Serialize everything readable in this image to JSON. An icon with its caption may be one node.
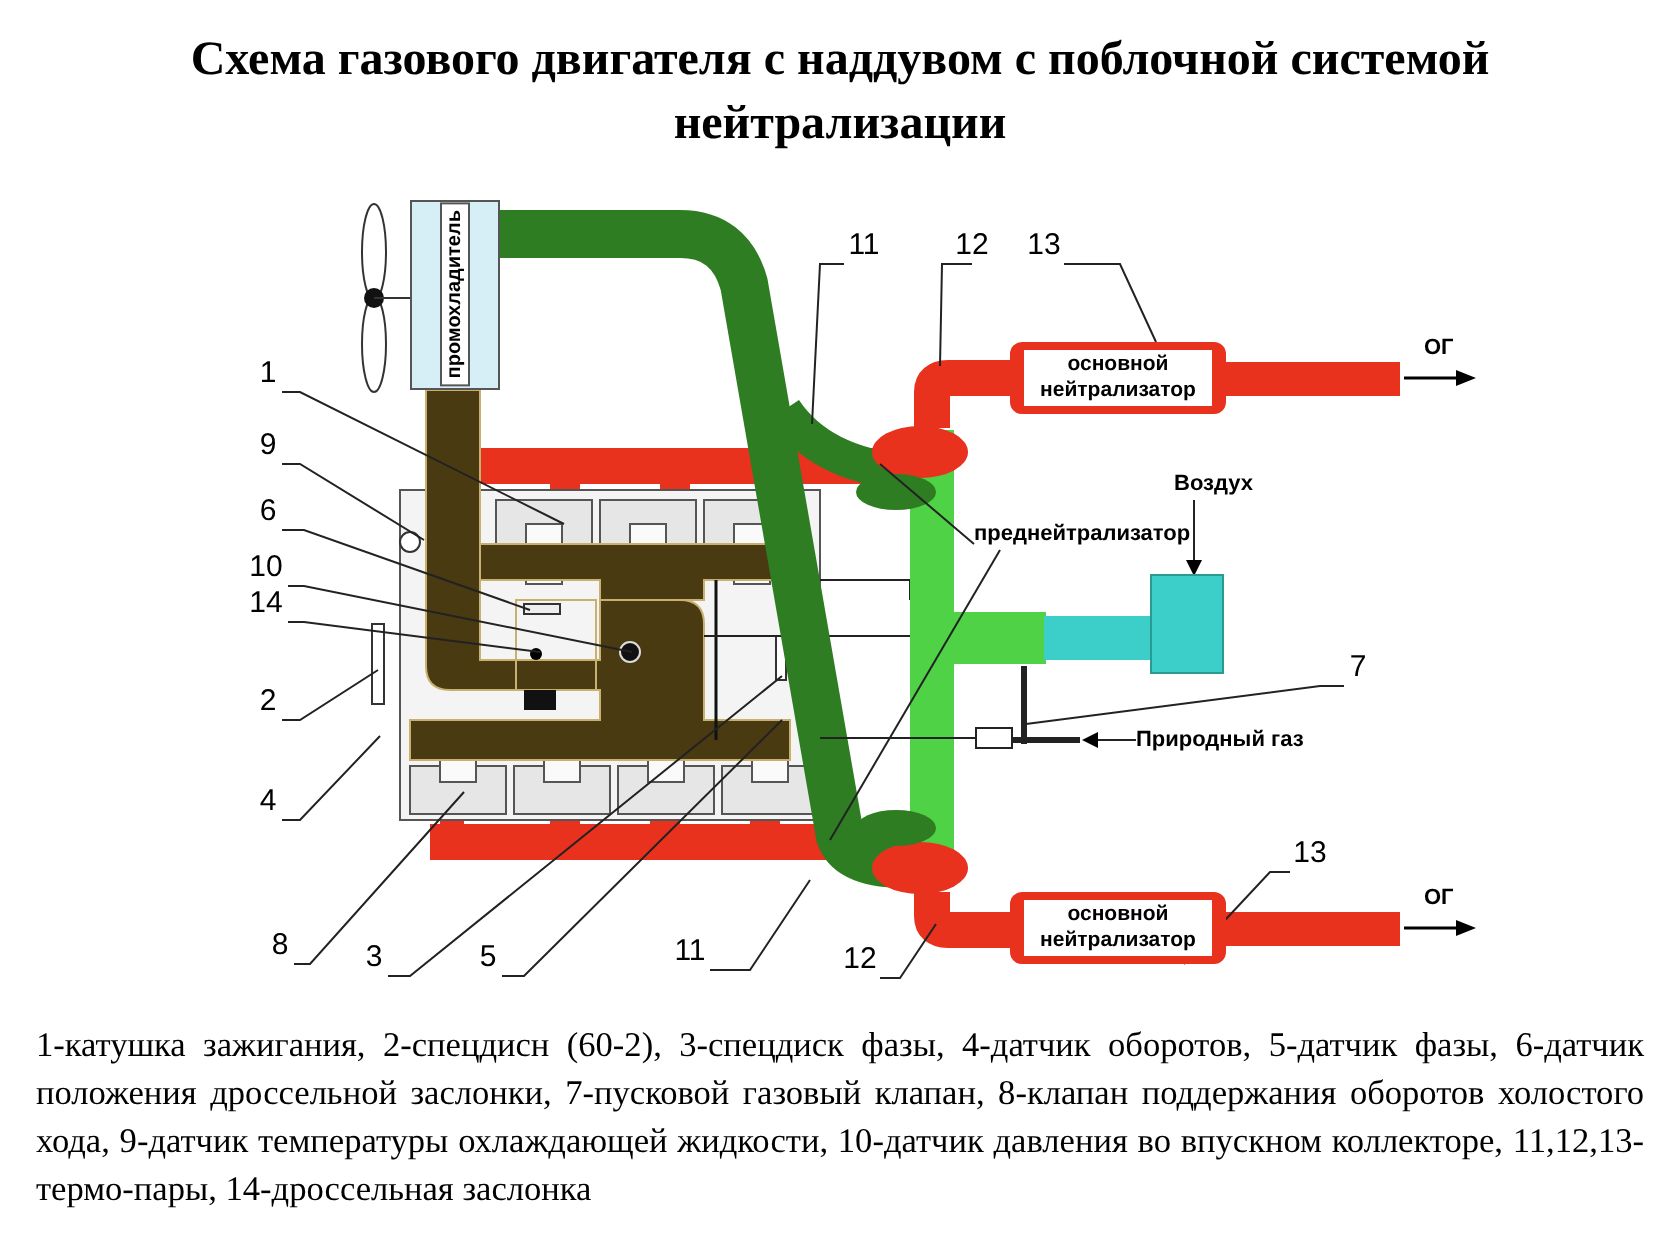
{
  "diagram": {
    "title": "Схема газового двигателя с наддувом с поблочной системой нейтрализации",
    "caption": "1-катушка зажигания, 2-спецдисн (60-2), 3-спецдиск фазы, 4-датчик оборотов, 5-датчик фазы, 6-датчик положения дроссельной заслонки, 7-пусковой газовый клапан, 8-клапан поддержания оборотов холостого хода, 9-датчик температуры охлаждающей жидкости, 10-датчик давления во впускном коллекторе, 11,12,13-термо-пары, 14-дроссельная заслонка",
    "nodes": [
      {
        "text": [
          "промохладитель"
        ]
      },
      {
        "text": [
          "11"
        ]
      },
      {
        "text": [
          "12"
        ]
      },
      {
        "text": [
          "13"
        ]
      },
      {
        "text": [
          "основной нейтрализатор"
        ]
      },
      {
        "text": [
          "1"
        ]
      },
      {
        "text": [
          "9"
        ]
      },
      {
        "text": [
          "6"
        ]
      },
      {
        "text": [
          "Воздух"
        ]
      },
      {
        "text": [
          "преднейтрализатор"
        ]
      },
      {
        "text": [
          "10"
        ]
      },
      {
        "text": [
          "14"
        ]
      },
      {
        "text": [],
        "shape": "box"
      },
      {
        "text": [
          "2"
        ]
      },
      {
        "text": [
          "7"
        ]
      },
      {
        "text": [
          "Природный газ"
        ]
      },
      {
        "text": [
          "4"
        ]
      },
      {
        "text": [
          "основной нейтрализатор"
        ]
      },
      {
        "text": [
          "13"
        ]
      },
      {
        "text": [
          "8"
        ]
      },
      {
        "text": [
          "3"
        ]
      },
      {
        "text": [
          "5"
        ]
      },
      {
        "text": [
          "11"
        ]
      },
      {
        "text": [
          "12"
        ]
      }
    ],
    "edges": [
      {
        "from": 1,
        "to": null,
        "arrow": "none"
      },
      {
        "from": 2,
        "to": null,
        "arrow": "none"
      },
      {
        "from": 3,
        "to": 4,
        "arrow": "none"
      },
      {
        "from": 5,
        "to": null,
        "arrow": "none"
      },
      {
        "from": 6,
        "to": null,
        "arrow": "none"
      },
      {
        "from": 7,
        "to": null,
        "arrow": "none"
      },
      {
        "from": 8,
        "to": 12,
        "arrow": "to"
      },
      {
        "from": 9,
        "to": null,
        "arrow": "none"
      },
      {
        "from": 9,
        "to": null,
        "arrow": "none"
      },
      {
        "from": 10,
        "to": null,
        "arrow": "none"
      },
      {
        "from": 11,
        "to": null,
        "arrow": "none"
      },
      {
        "from": 13,
        "to": null,
        "arrow": "none"
      },
      {
        "from": 14,
        "to": null,
        "arrow": "none"
      },
      {
        "from": 15,
        "to": null,
        "arrow": "to"
      },
      {
        "from": 16,
        "to": null,
        "arrow": "none"
      },
      {
        "from": 18,
        "to": 17,
        "arrow": "none"
      },
      {
        "from": 19,
        "to": null,
        "arrow": "none"
      },
      {
        "from": 20,
        "to": null,
        "arrow": "none"
      },
      {
        "from": 21,
        "to": null,
        "arrow": "none"
      },
      {
        "from": 22,
        "to": null,
        "arrow": "none"
      },
      {
        "from": 23,
        "to": null,
        "arrow": "none"
      }
    ],
    "labels": [
      "ОГ",
      "ОГ"
    ]
  }
}
